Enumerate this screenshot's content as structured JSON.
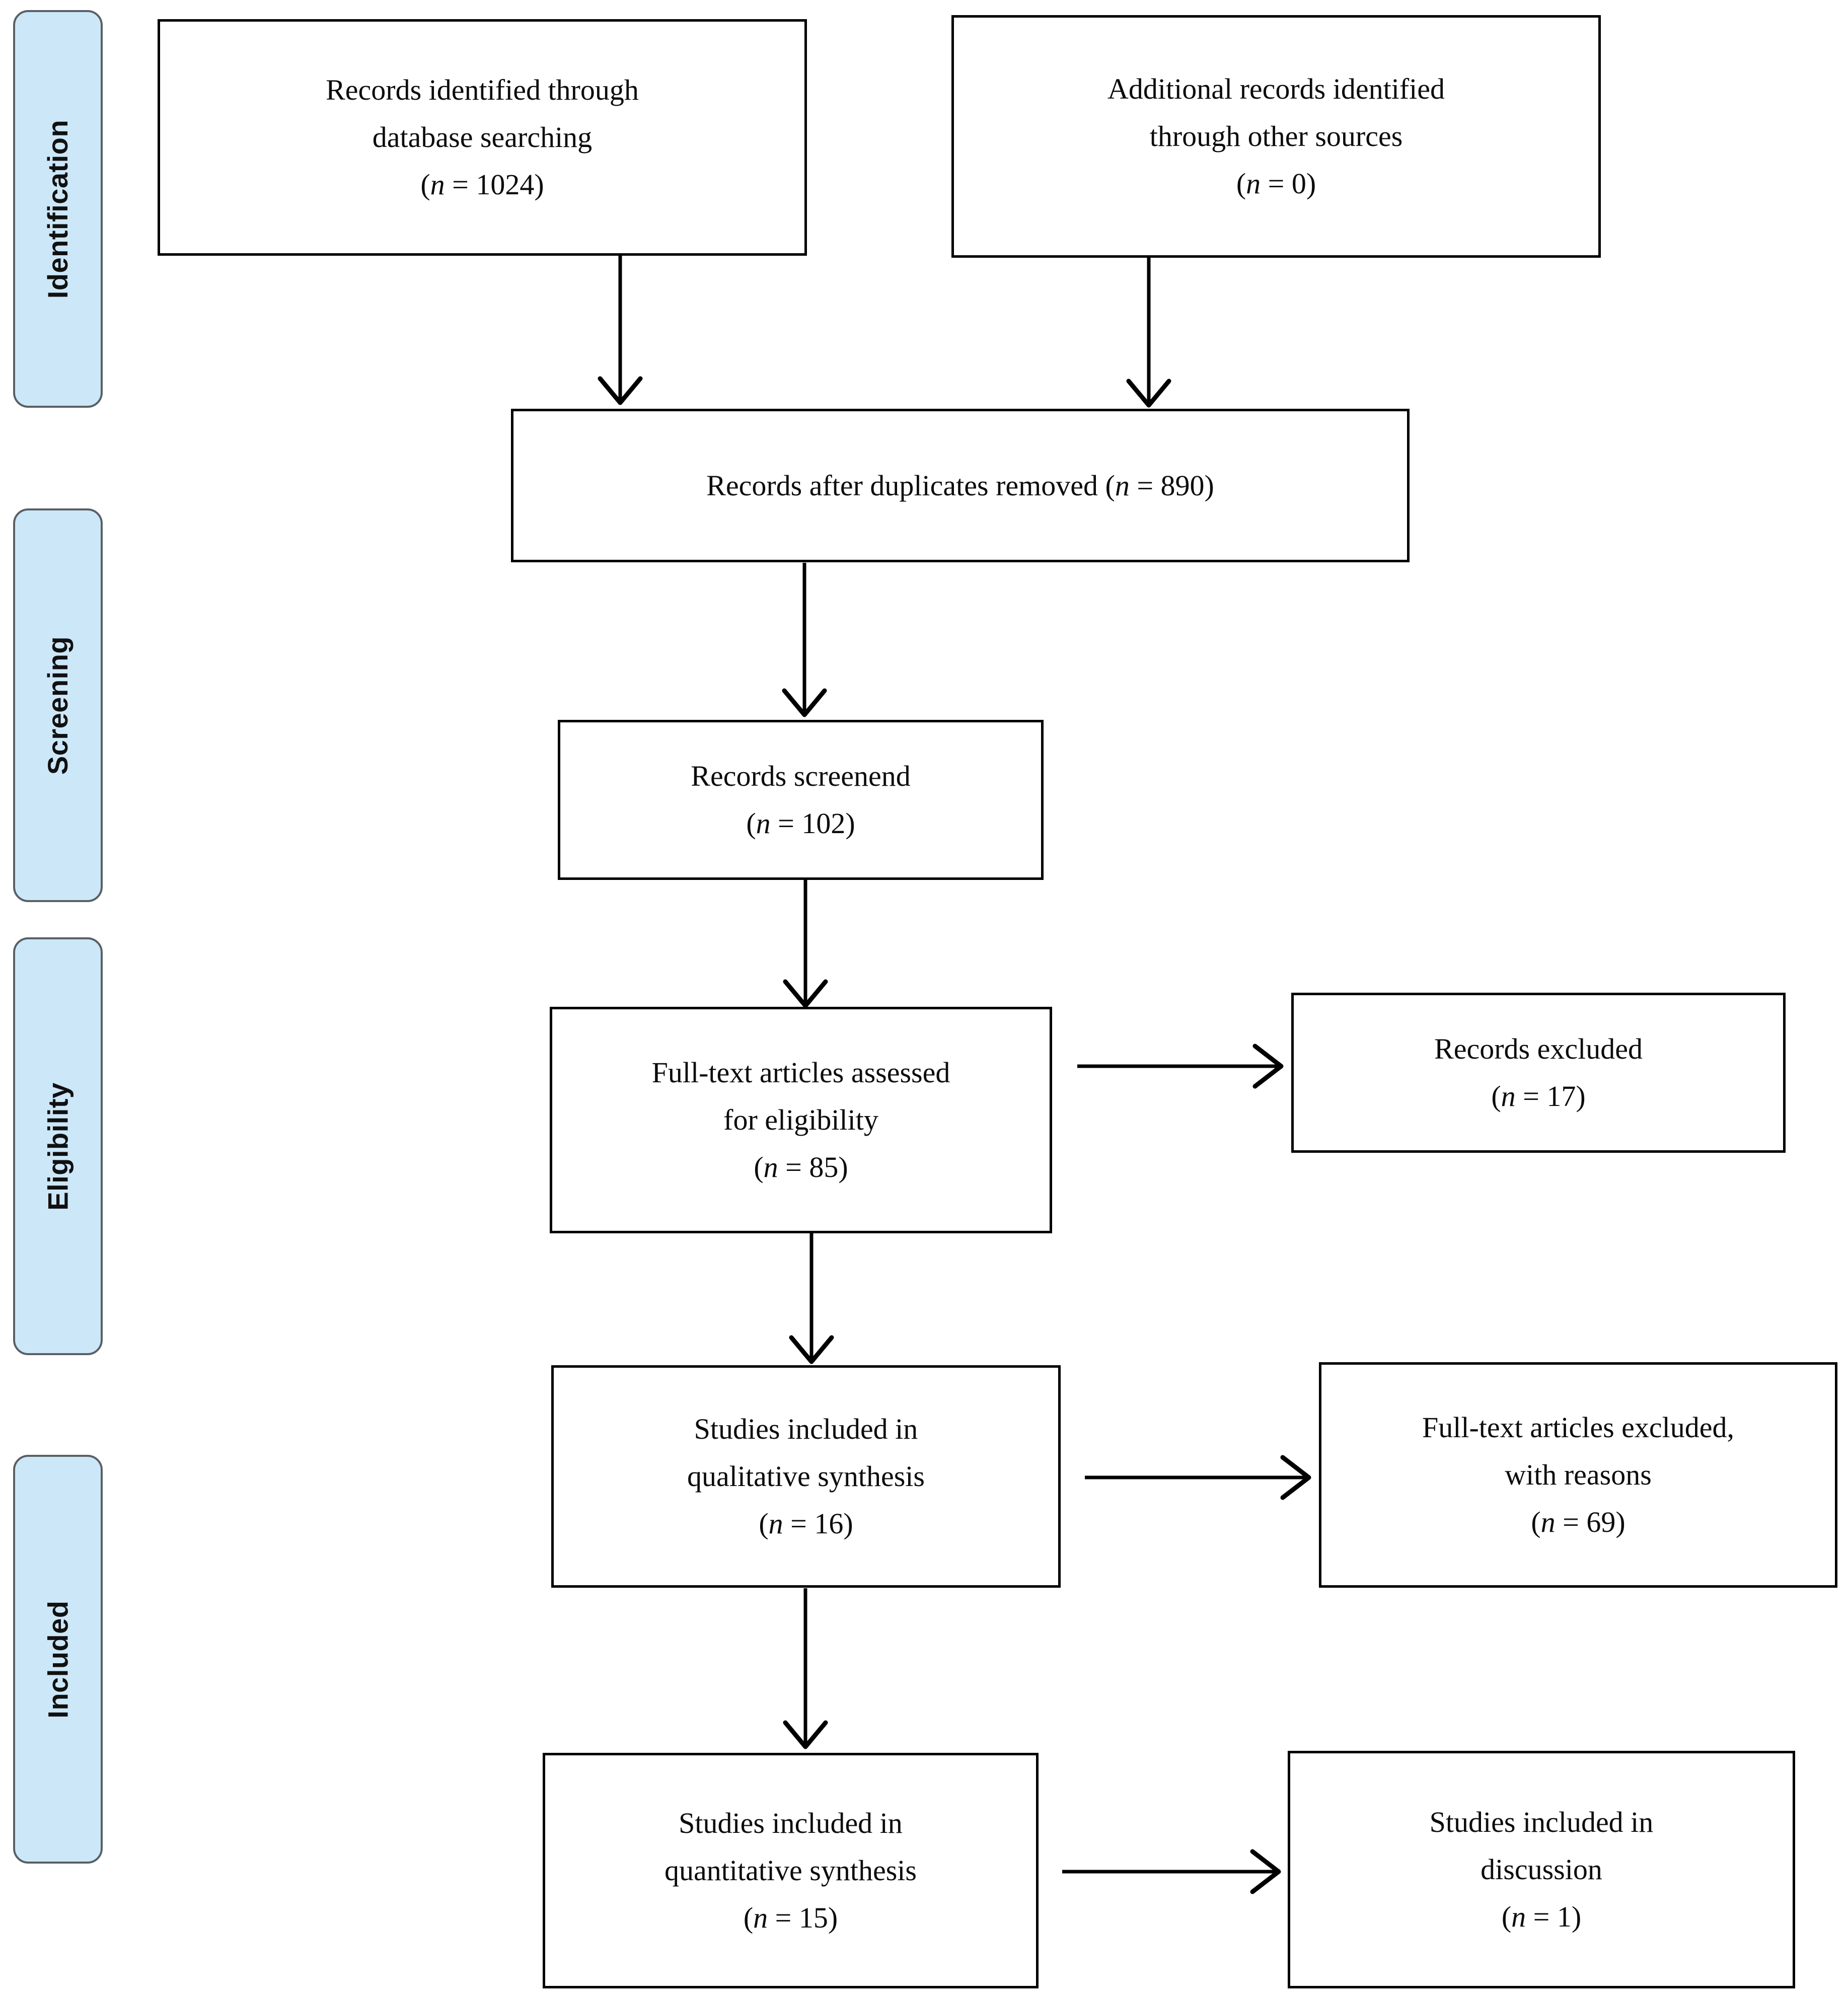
{
  "figure": {
    "type": "prisma-flow-diagram",
    "accent_color": "#cce7f8",
    "pill_border_color": "#596065",
    "box_border_color": "#000000",
    "text_color": "#0c0c0c"
  },
  "phases": [
    {
      "id": "identification",
      "label": "Identification"
    },
    {
      "id": "screening",
      "label": "Screening"
    },
    {
      "id": "eligibility",
      "label": "Eligibility"
    },
    {
      "id": "included",
      "label": "Included"
    }
  ],
  "boxes": {
    "records_identified_database": {
      "line1": "Records identified through",
      "line2": "database searching",
      "count_open": "(",
      "count_n": "n",
      "count_value": " = 1024)"
    },
    "additional_records_other": {
      "line1": "Additional records identified",
      "line2": "through other sources",
      "count_open": "(",
      "count_n": "n",
      "count_value": " = 0)"
    },
    "records_after_duplicates": {
      "line1_pre": "Records after duplicates removed (",
      "line1_n": "n",
      "line1_post": " = 890)"
    },
    "records_screened": {
      "line1": "Records screenend",
      "count_open": "(",
      "count_n": "n",
      "count_value": " = 102)"
    },
    "fulltext_assessed": {
      "line1": "Full-text articles assessed",
      "line2": "for eligibility",
      "count_open": "(",
      "count_n": "n",
      "count_value": " = 85)"
    },
    "records_excluded": {
      "line1": "Records excluded",
      "count_open": "(",
      "count_n": "n",
      "count_value": " = 17)"
    },
    "qualitative_synthesis": {
      "line1": "Studies included in",
      "line2": "qualitative synthesis",
      "count_open": "(",
      "count_n": "n",
      "count_value": " = 16)"
    },
    "fulltext_excluded_reasons": {
      "line1": "Full-text articles excluded,",
      "line2": "with reasons",
      "count_open": "(",
      "count_n": "n",
      "count_value": " = 69)"
    },
    "quantitative_synthesis": {
      "line1": "Studies included in",
      "line2": "quantitative synthesis",
      "count_open": "(",
      "count_n": "n",
      "count_value": " = 15)"
    },
    "studies_in_discussion": {
      "line1": "Studies included in",
      "line2": "discussion",
      "count_open": "(",
      "count_n": "n",
      "count_value": " = 1)"
    }
  },
  "chart_data": {
    "type": "diagram",
    "title": "PRISMA flow diagram",
    "nodes": [
      {
        "id": "records_identified_database",
        "stage": "Identification",
        "label": "Records identified through database searching",
        "n": 1024
      },
      {
        "id": "additional_records_other",
        "stage": "Identification",
        "label": "Additional records identified through other sources",
        "n": 0
      },
      {
        "id": "records_after_duplicates",
        "stage": "Screening",
        "label": "Records after duplicates removed",
        "n": 890
      },
      {
        "id": "records_screened",
        "stage": "Screening",
        "label": "Records screenend",
        "n": 102
      },
      {
        "id": "fulltext_assessed",
        "stage": "Eligibility",
        "label": "Full-text articles assessed for eligibility",
        "n": 85
      },
      {
        "id": "records_excluded",
        "stage": "Eligibility",
        "label": "Records excluded",
        "n": 17
      },
      {
        "id": "qualitative_synthesis",
        "stage": "Included",
        "label": "Studies included in qualitative synthesis",
        "n": 16
      },
      {
        "id": "fulltext_excluded_reasons",
        "stage": "Included",
        "label": "Full-text articles excluded, with reasons",
        "n": 69
      },
      {
        "id": "quantitative_synthesis",
        "stage": "Included",
        "label": "Studies included in quantitative synthesis",
        "n": 15
      },
      {
        "id": "studies_in_discussion",
        "stage": "Included",
        "label": "Studies included in discussion",
        "n": 1
      }
    ],
    "edges": [
      {
        "from": "records_identified_database",
        "to": "records_after_duplicates",
        "direction": "down"
      },
      {
        "from": "additional_records_other",
        "to": "records_after_duplicates",
        "direction": "down"
      },
      {
        "from": "records_after_duplicates",
        "to": "records_screened",
        "direction": "down"
      },
      {
        "from": "records_screened",
        "to": "fulltext_assessed",
        "direction": "down"
      },
      {
        "from": "fulltext_assessed",
        "to": "records_excluded",
        "direction": "right"
      },
      {
        "from": "fulltext_assessed",
        "to": "qualitative_synthesis",
        "direction": "down"
      },
      {
        "from": "qualitative_synthesis",
        "to": "fulltext_excluded_reasons",
        "direction": "right"
      },
      {
        "from": "qualitative_synthesis",
        "to": "quantitative_synthesis",
        "direction": "down"
      },
      {
        "from": "quantitative_synthesis",
        "to": "studies_in_discussion",
        "direction": "right"
      }
    ]
  }
}
